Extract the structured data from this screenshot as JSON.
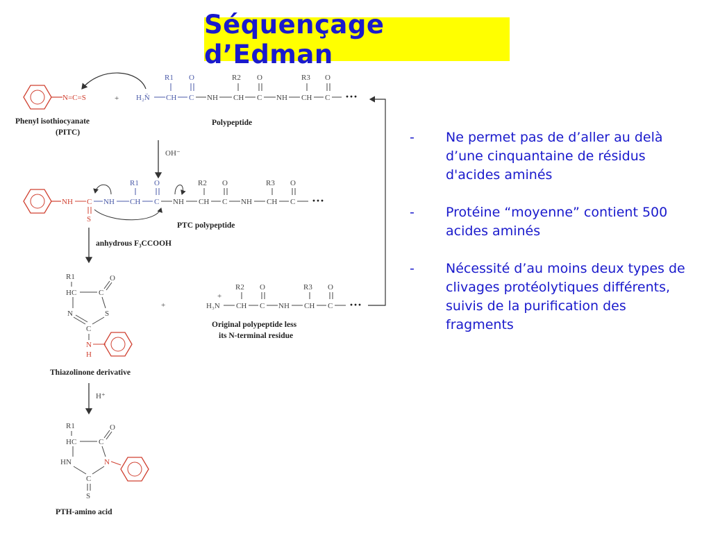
{
  "title": "Séquençage d’Edman",
  "bullets": [
    {
      "dash": "-",
      "text": "Ne permet pas de d’aller au delà d’une cinquantaine de résidus d'acides aminés"
    },
    {
      "dash": "-",
      "text": "Protéine “moyenne” contient 500 acides aminés"
    },
    {
      "dash": "-",
      "text": "Nécessité d’au moins deux types de clivages protéolytiques différents, suivis de la purification des fragments"
    }
  ],
  "diagram": {
    "pitc_label_1": "Phenyl isothiocyanate",
    "pitc_label_2": "(PITC)",
    "polypeptide_label": "Polypeptide",
    "ptc_label": "PTC polypeptide",
    "thiazolinone_label": "Thiazolinone derivative",
    "original_label_1": "Original polypeptide less",
    "original_label_2": "its N-terminal residue",
    "pth_label": "PTH-amino acid",
    "step1_reagent": "OH⁻",
    "step2_reagent": "anhydrous F₃CCOOH",
    "step3_reagent": "H⁺",
    "plus": "+",
    "ellipsis": "···",
    "pitc_formula": "N=C=S",
    "ptc_nh": "NH",
    "s": "S",
    "r1": "R1",
    "r2": "R2",
    "r3": "R3",
    "o": "O",
    "h2n": "H₂N̈",
    "h3n": "H₃N",
    "ch": "CH",
    "c": "C",
    "nh": "NH",
    "hc": "HC",
    "n": "N",
    "h": "H",
    "hn": "HN"
  },
  "colors": {
    "title_bg": "#ffff00",
    "title_text": "#1a1acc",
    "bullet_text": "#1a1acc",
    "reagent_red": "#d04030",
    "amine_blue": "#4a5aa8"
  }
}
